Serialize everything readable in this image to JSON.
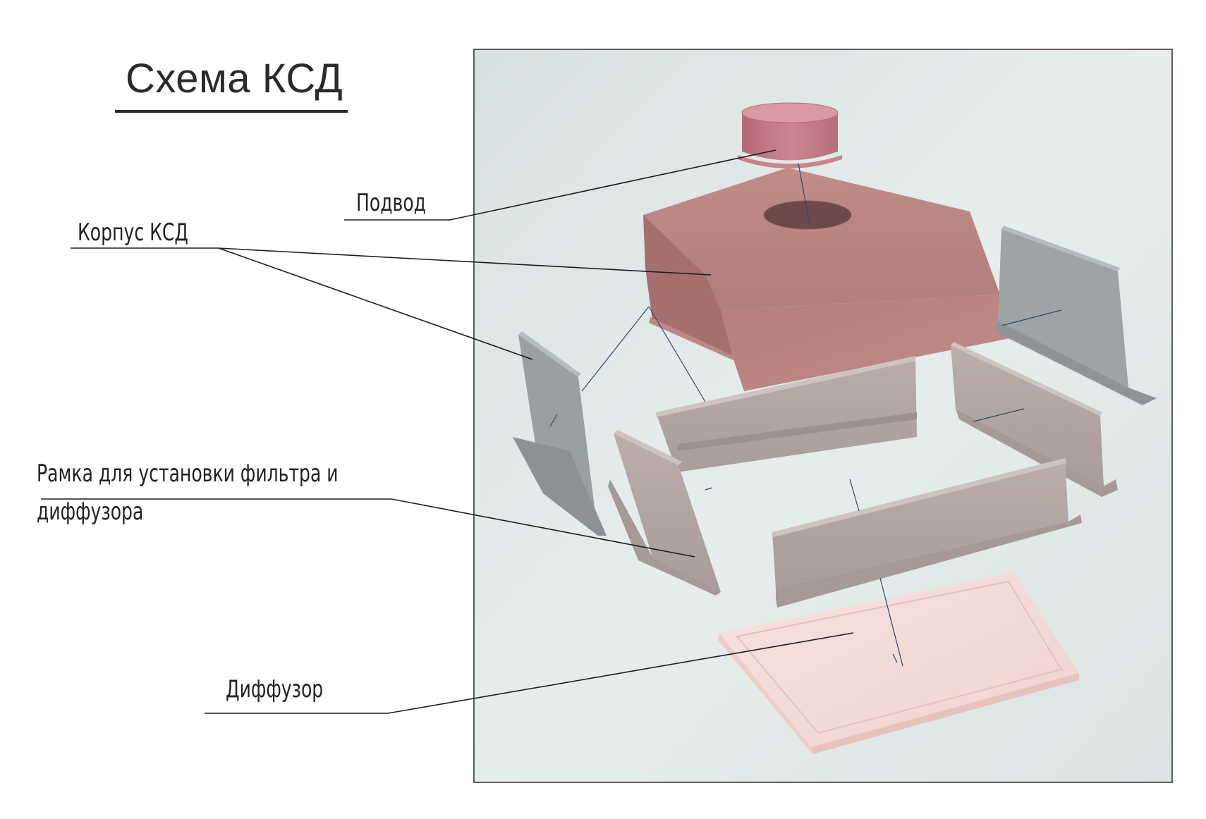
{
  "title": "Схема КСД",
  "labels": {
    "podvod": "Подвод",
    "korpus": "Корпус КСД",
    "ramka_line1": "Рамка для установки фильтра и",
    "ramka_line2": "диффузора",
    "diffuzor": "Диффузор"
  },
  "colors": {
    "panel_bg": "#dfe9e8",
    "housing": "#b07c7a",
    "inlet": "#c27a82",
    "side_panel": "#9aa0a2",
    "frame": "#b6a8a6",
    "diffuser": "#f4d9d4",
    "leader": "#1e1e1e"
  }
}
